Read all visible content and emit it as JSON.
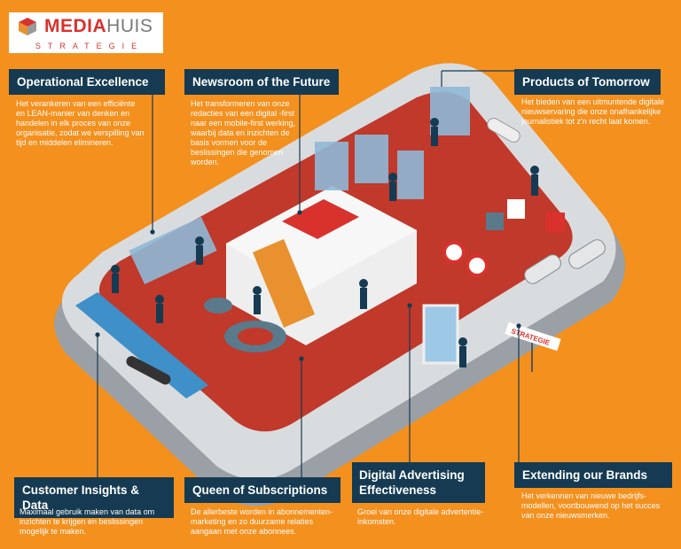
{
  "logo": {
    "brand_a": "MEDIA",
    "brand_b": "HUIS",
    "sub": "STRATEGIE"
  },
  "colors": {
    "background": "#F4901E",
    "label_bg": "#153A52",
    "floor": "#C0392B",
    "brand_red": "#D9322D"
  },
  "sign": "STRATEGIE",
  "sections": [
    {
      "title": "Operational Excellence",
      "text": "Het verankeren van een efficiënte en LEAN-manier van denken en handelen in elk proces van onze organisatie, zodat we verspilling van tijd en middelen elimineren."
    },
    {
      "title": "Newsroom of the Future",
      "text": "Het transformeren van onze redacties van een digital -first naar een mobile-first werking, waarbij data en inzichten de basis vormen voor de beslissingen die genomen worden."
    },
    {
      "title": "Products of Tomorrow",
      "text": "Het bieden van een uitmuntende digitale nieuwservaring die onze onafhankelijke journalistiek tot z'n recht laat komen."
    },
    {
      "title": "Customer Insights & Data",
      "text": "Maximaal gebruik maken van data om inzichten te krijgen en beslissingen mogelijk te maken."
    },
    {
      "title": "Queen of Subscriptions",
      "text": "De allerbeste worden in abonnementen-marketing en zo duurzame relaties aangaan met onze abonnees."
    },
    {
      "title": "Digital Advertising Effectiveness",
      "text": "Groei van onze digitale advertentie-inkomsten."
    },
    {
      "title": "Extending our Brands",
      "text": "Het verkennen van nieuwe bedrijfs-modellen, voortbouwend op het succes van onze nieuwsmerken."
    }
  ]
}
